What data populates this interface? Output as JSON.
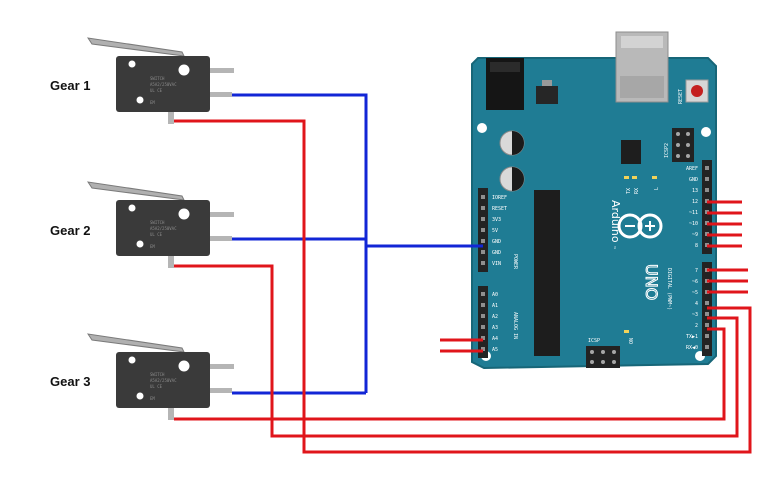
{
  "gears": [
    {
      "label": "Gear 1"
    },
    {
      "label": "Gear 2"
    },
    {
      "label": "Gear 3"
    }
  ],
  "switch": {
    "print_lines": [
      "SWITCH",
      "A5A2/250VAC",
      "UL  CE"
    ],
    "tag": "EM"
  },
  "board": {
    "brand": "Arduino",
    "trademark": "™",
    "model": "UNO",
    "reset_label": "RESET",
    "icsp2_label": "ICSP2",
    "icsp_label": "ICSP",
    "tx_label": "TX",
    "rx_label": "RX",
    "l_label": "L",
    "on_label": "ON",
    "power_header_label": "POWER",
    "analog_header_label": "ANALOG IN",
    "digital_header_label": "DIGITAL (PWM~)",
    "power_pins": [
      "IOREF",
      "RESET",
      "3V3",
      "5V",
      "GND",
      "GND",
      "VIN"
    ],
    "analog_pins": [
      "A0",
      "A1",
      "A2",
      "A3",
      "A4",
      "A5"
    ],
    "digital_top_pins": [
      "AREF",
      "GND",
      "13",
      "12",
      "~11",
      "~10",
      "~9",
      "8"
    ],
    "digital_bottom_pins": [
      "7",
      "~6",
      "~5",
      "4",
      "~3",
      "2",
      "TX▶1",
      "RX◀0"
    ]
  },
  "colors": {
    "board": "#1f7c94",
    "board_edge": "#176678",
    "wire_gnd": "#1226d6",
    "wire_signal": "#e0151b",
    "switch_body": "#3a3a3a",
    "header": "#232323"
  }
}
